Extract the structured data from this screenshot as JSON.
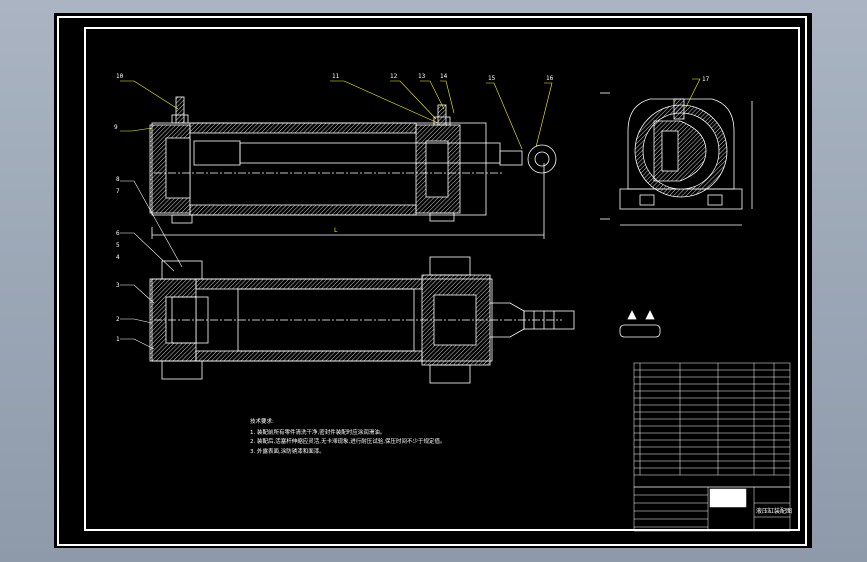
{
  "balloons_top": [
    "10",
    "9",
    "11",
    "12",
    "13",
    "14",
    "15",
    "16"
  ],
  "balloons_left": [
    "8",
    "7",
    "6",
    "5",
    "4",
    "3",
    "2",
    "1"
  ],
  "balloon_side": "17",
  "tech_notes": {
    "title": "技术要求:",
    "lines": [
      "1. 装配前所有零件清洗干净,密封件装配时应涂润滑油。",
      "2. 装配后,活塞杆伸缩应灵活,无卡滞现象,进行耐压试验,保压时间不少于规定值。",
      "3. 外露表面,涂防锈漆和面漆。"
    ]
  },
  "title_block": {
    "drawing_name": "液压缸装配图"
  },
  "colors": {
    "background": "#000000",
    "lines": "#ffffff",
    "leaders": "#ffff00",
    "hatch": "#ffffff"
  }
}
